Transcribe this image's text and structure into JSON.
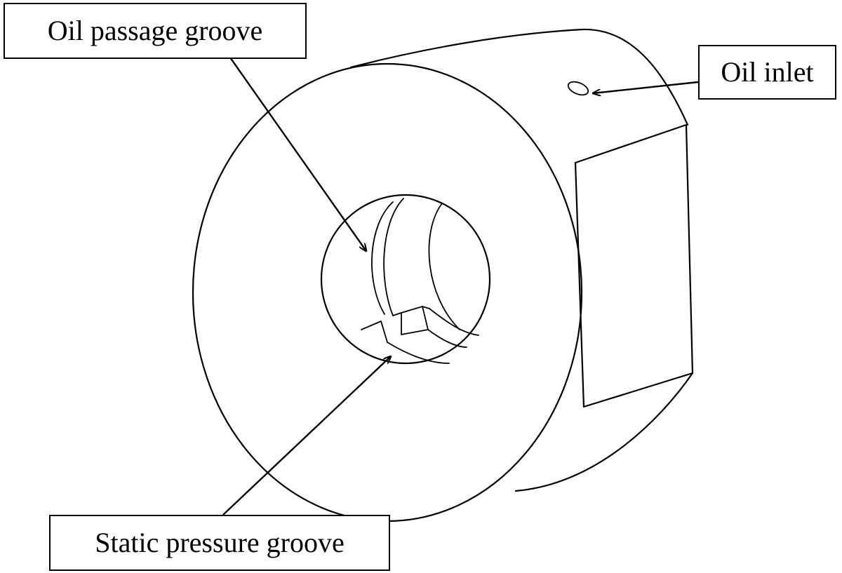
{
  "labels": {
    "oil_passage_groove": "Oil passage groove",
    "oil_inlet": "Oil inlet",
    "static_pressure_groove": "Static pressure groove"
  },
  "colors": {
    "line": "#000000",
    "background": "#ffffff"
  }
}
